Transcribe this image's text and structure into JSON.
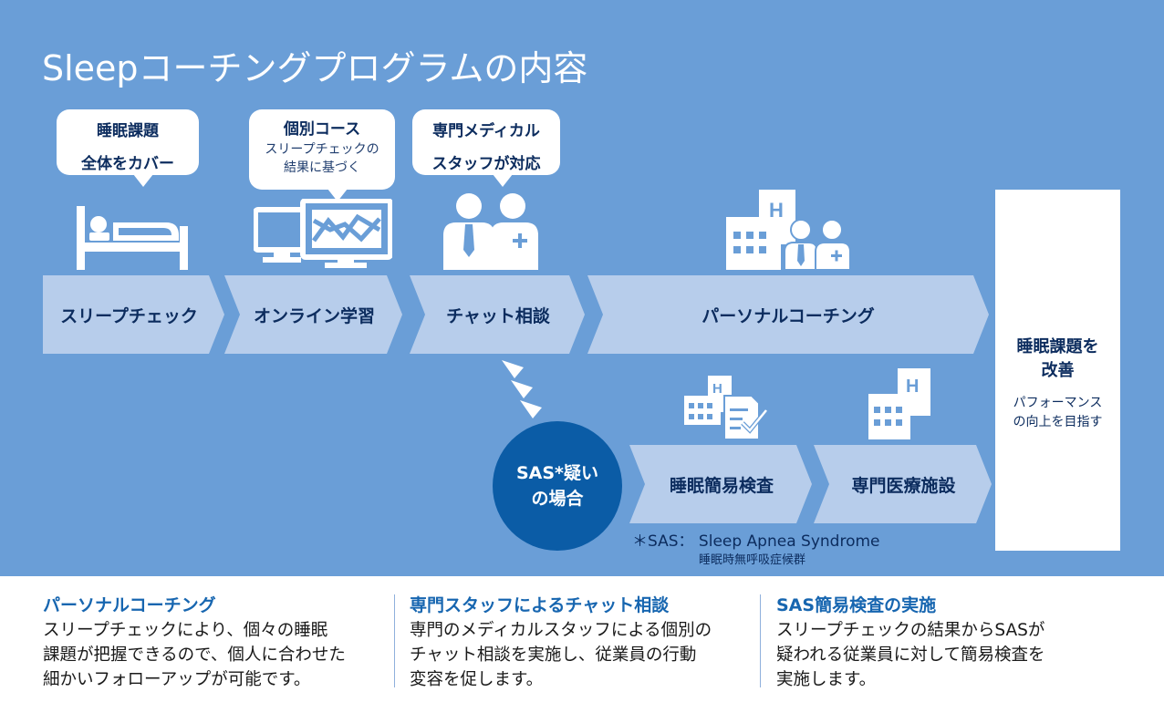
{
  "title": "Sleepコーチングプログラムの内容",
  "bubbles": [
    {
      "line1": "睡眠課題",
      "line2": "全体をカバー"
    },
    {
      "line1": "個別コース",
      "line2": "スリープチェックの",
      "line3": "結果に基づく"
    },
    {
      "line1": "専門メディカル",
      "line2": "スタッフが対応"
    }
  ],
  "steps": [
    "スリープチェック",
    "オンライン学習",
    "チャット相談",
    "パーソナルコーチング"
  ],
  "sas_steps": [
    "睡眠簡易検査",
    "専門医療施設"
  ],
  "sas_circle": {
    "line1": "SAS*疑い",
    "line2": "の場合"
  },
  "goal": {
    "title_line1": "睡眠課題を",
    "title_line2": "改善",
    "sub_line1": "パフォーマンス",
    "sub_line2": "の向上を目指す"
  },
  "footnote": {
    "line1": "＊SAS： Sleep Apnea Syndrome",
    "line2": "睡眠時無呼吸症候群"
  },
  "icons": [
    "bed-icon",
    "computer-chart-icon",
    "medical-staff-icon",
    "hospital-staff-icon",
    "hospital-checklist-icon",
    "hospital-icon"
  ],
  "colors": {
    "panel": "#6a9ed7",
    "arrow": "#b7cdeb",
    "circle": "#0b5ca6",
    "accent_title": "#1766b0",
    "dark_text": "#0c2c5e"
  },
  "columns": [
    {
      "title": "パーソナルコーチング",
      "lines": [
        "スリープチェックにより、個々の睡眠",
        "課題が把握できるので、個人に合わせた",
        "細かいフォローアップが可能です。"
      ]
    },
    {
      "title": "専門スタッフによるチャット相談",
      "lines": [
        "専門のメディカルスタッフによる個別の",
        "チャット相談を実施し、従業員の行動",
        "変容を促します。"
      ]
    },
    {
      "title": "SAS簡易検査の実施",
      "lines": [
        "スリープチェックの結果からSASが",
        "疑われる従業員に対して簡易検査を",
        "実施します。"
      ]
    }
  ]
}
